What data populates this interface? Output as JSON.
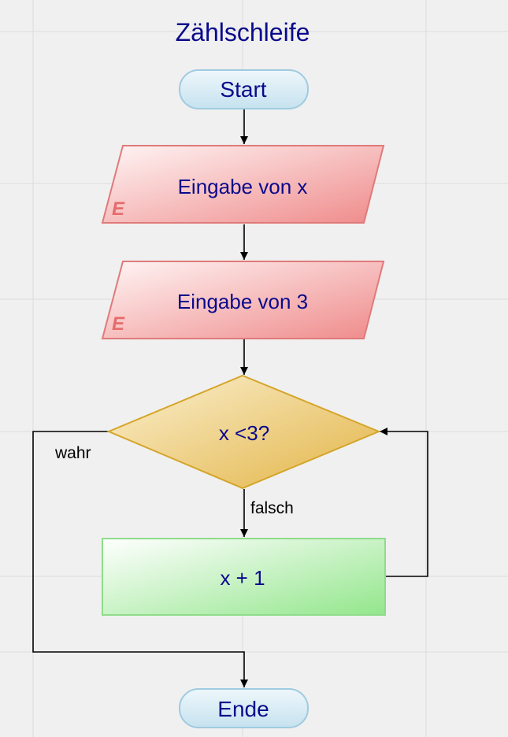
{
  "title": "Zählschleife",
  "nodes": {
    "start": "Start",
    "input_x": "Eingabe von x",
    "input_3": "Eingabe von 3",
    "decision": "x <3?",
    "process": "x + 1",
    "end": "Ende"
  },
  "input_marker": "E",
  "edge_labels": {
    "true": "wahr",
    "false": "falsch"
  },
  "colors": {
    "background": "#f0f0f0",
    "grid": "#dcdcdc",
    "text": "#0a0a8c",
    "terminal_fill": "#d4e9f3",
    "terminal_stroke": "#9fcbe0",
    "input_fill": "#f4a5a5",
    "input_stroke": "#e07a7a",
    "input_marker": "#e66b6b",
    "decision_fill": "#e9c45e",
    "decision_stroke": "#d5a52a",
    "process_fill": "#b6f0b0",
    "process_stroke": "#8fdc8a",
    "connector": "#000000"
  }
}
